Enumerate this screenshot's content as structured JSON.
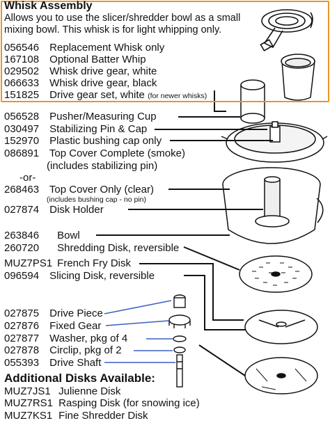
{
  "whisk": {
    "title": "Whisk Assembly",
    "description": "Allows you to use the slicer/shredder bowl as a small mixing bowl.  This whisk is for light whipping only.",
    "items": [
      {
        "part": "056546",
        "desc": "Replacement Whisk only"
      },
      {
        "part": "167108",
        "desc": "Optional Batter Whip"
      },
      {
        "part": "029502",
        "desc": "Whisk drive gear, white"
      },
      {
        "part": "066633",
        "desc": "Whisk drive gear, black"
      },
      {
        "part": "151825",
        "desc": "Drive gear set, white",
        "note": "(for newer whisks)"
      }
    ]
  },
  "parts": [
    {
      "part": "056528",
      "desc": "Pusher/Measuring Cup"
    },
    {
      "part": "030497",
      "desc": "Stabilizing Pin & Cap"
    },
    {
      "part": "152970",
      "desc": "Plastic bushing cap only"
    },
    {
      "part": "086891",
      "desc": "Top Cover Complete (smoke)"
    },
    {
      "desc": "(includes stabilizing pin)"
    },
    {
      "desc": "-or-"
    },
    {
      "part": "268463",
      "desc": "Top Cover Only (clear)"
    },
    {
      "desc": "(includes bushing cap - no pin)"
    },
    {
      "part": "027874",
      "desc": "Disk Holder"
    },
    {
      "part": "263846",
      "desc": "Bowl"
    },
    {
      "part": "260720",
      "desc": "Shredding Disk, reversible"
    },
    {
      "part": "MUZ7PS1",
      "desc": "French Fry Disk"
    },
    {
      "part": "096594",
      "desc": "Slicing Disk, reversible"
    },
    {
      "part": "027875",
      "desc": "Drive Piece"
    },
    {
      "part": "027876",
      "desc": "Fixed Gear"
    },
    {
      "part": "027877",
      "desc": "Washer, pkg of 4"
    },
    {
      "part": "027878",
      "desc": "Circlip, pkg of 2"
    },
    {
      "part": "055393",
      "desc": "Drive Shaft"
    }
  ],
  "additional": {
    "title": "Additional Disks Available:",
    "items": [
      {
        "part": "MUZ7JS1",
        "desc": "Julienne Disk"
      },
      {
        "part": "MUZ7RS1",
        "desc": "Rasping Disk",
        "note": "(for snowing ice)"
      },
      {
        "part": "MUZ7KS1",
        "desc": "Fine Shredder Disk"
      }
    ]
  },
  "colors": {
    "whisk_border": "#e8952a",
    "blue_leader": "#3b5fc0",
    "black_leader": "#111111"
  }
}
